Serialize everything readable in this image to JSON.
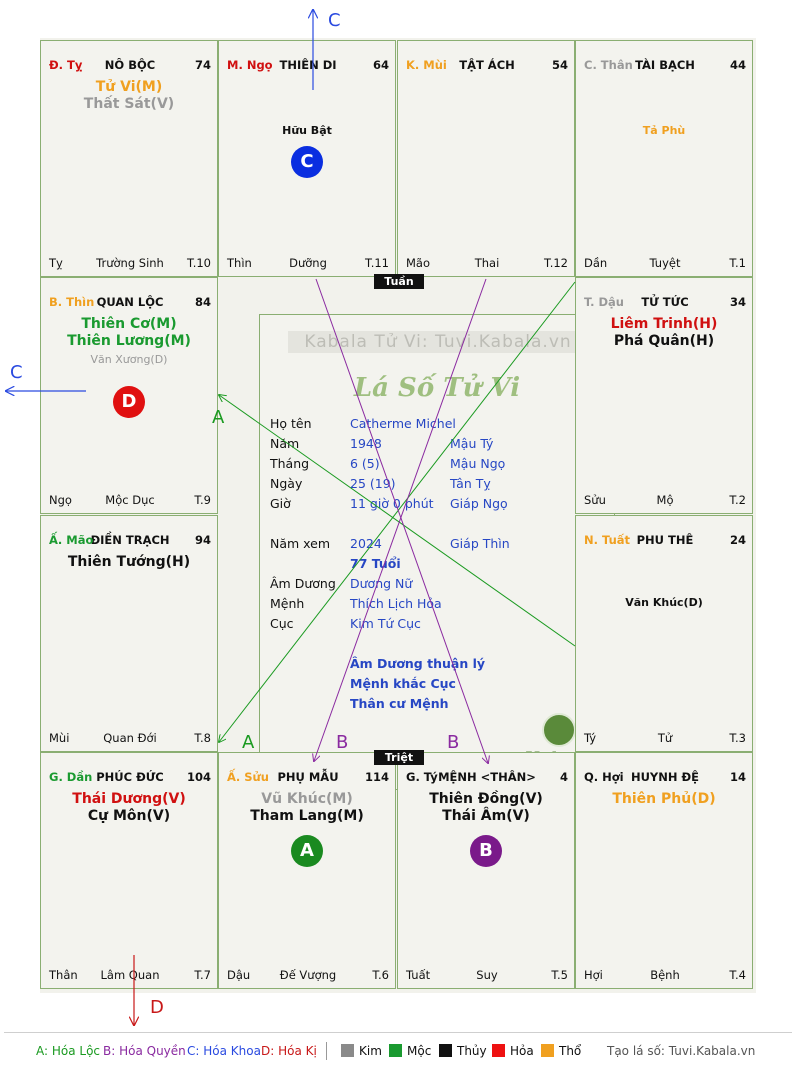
{
  "palaces": {
    "ty": {
      "branch_label": "Đ. Tỵ",
      "branch_color": "#d01010",
      "name": "NÔ BỘC",
      "age": "74",
      "stars": [
        {
          "text": "Tử Vi(M)",
          "color": "#f0a020"
        },
        {
          "text": "Thất Sát(V)",
          "color": "#999999"
        }
      ],
      "minor": "",
      "minor_color": "#111111",
      "footer": {
        "left": "Tỵ",
        "mid": "Trường Sinh",
        "right": "T.10"
      }
    },
    "ngo": {
      "branch_label": "M. Ngọ",
      "branch_color": "#d01010",
      "name": "THIÊN DI",
      "age": "64",
      "stars": [],
      "minor": "Hữu Bật",
      "minor_color": "#111111",
      "footer": {
        "left": "Thìn",
        "mid": "Dưỡng",
        "right": "T.11"
      }
    },
    "mui": {
      "branch_label": "K. Mùi",
      "branch_color": "#f0a020",
      "name": "TẬT ÁCH",
      "age": "54",
      "stars": [],
      "minor": "",
      "minor_color": "#111111",
      "footer": {
        "left": "Mão",
        "mid": "Thai",
        "right": "T.12"
      }
    },
    "than": {
      "branch_label": "C. Thân",
      "branch_color": "#999999",
      "name": "TÀI BẠCH",
      "age": "44",
      "stars": [],
      "minor": "Tả Phù",
      "minor_color": "#f0a020",
      "footer": {
        "left": "Dần",
        "mid": "Tuyệt",
        "right": "T.1"
      }
    },
    "thin": {
      "branch_label": "B. Thìn",
      "branch_color": "#f0a020",
      "name": "QUAN LỘC",
      "age": "84",
      "stars": [
        {
          "text": "Thiên Cơ(M)",
          "color": "#1a9a30"
        },
        {
          "text": "Thiên Lương(M)",
          "color": "#1a9a30"
        }
      ],
      "minor": "Văn Xương(D)",
      "minor_color": "#999999",
      "footer": {
        "left": "Ngọ",
        "mid": "Mộc Dục",
        "right": "T.9"
      }
    },
    "dau": {
      "branch_label": "T. Dậu",
      "branch_color": "#999999",
      "name": "TỬ TỨC",
      "age": "34",
      "stars": [
        {
          "text": "Liêm Trinh(H)",
          "color": "#d01010"
        },
        {
          "text": "Phá Quân(H)",
          "color": "#111111"
        }
      ],
      "minor": "",
      "minor_color": "#111111",
      "footer": {
        "left": "Sửu",
        "mid": "Mộ",
        "right": "T.2"
      }
    },
    "mao": {
      "branch_label": "Ấ. Mão",
      "branch_color": "#1a9a30",
      "name": "ĐIỀN TRẠCH",
      "age": "94",
      "stars": [
        {
          "text": "Thiên Tướng(H)",
          "color": "#111111"
        }
      ],
      "minor": "",
      "minor_color": "#111111",
      "footer": {
        "left": "Mùi",
        "mid": "Quan Đới",
        "right": "T.8"
      }
    },
    "tuat": {
      "branch_label": "N. Tuất",
      "branch_color": "#f0a020",
      "name": "PHU THÊ",
      "age": "24",
      "stars": [],
      "minor": "Văn Khúc(D)",
      "minor_color": "#111111",
      "footer": {
        "left": "Tý",
        "mid": "Tử",
        "right": "T.3"
      }
    },
    "dan": {
      "branch_label": "G. Dần",
      "branch_color": "#1a9a30",
      "name": "PHÚC ĐỨC",
      "age": "104",
      "stars": [
        {
          "text": "Thái Dương(V)",
          "color": "#d01010"
        },
        {
          "text": "Cự Môn(V)",
          "color": "#111111"
        }
      ],
      "minor": "",
      "minor_color": "#111111",
      "footer": {
        "left": "Thân",
        "mid": "Lâm Quan",
        "right": "T.7"
      }
    },
    "suu": {
      "branch_label": "Ấ. Sửu",
      "branch_color": "#f0a020",
      "name": "PHỤ MẪU",
      "age": "114",
      "stars": [
        {
          "text": "Vũ Khúc(M)",
          "color": "#999999"
        },
        {
          "text": "Tham Lang(M)",
          "color": "#111111"
        }
      ],
      "minor": "",
      "minor_color": "#111111",
      "footer": {
        "left": "Dậu",
        "mid": "Đế Vượng",
        "right": "T.6"
      }
    },
    "ti": {
      "branch_label": "G. Tý",
      "branch_color": "#111111",
      "name": "MỆNH <THÂN>",
      "age": "4",
      "stars": [
        {
          "text": "Thiên Đồng(V)",
          "color": "#111111"
        },
        {
          "text": "Thái Âm(V)",
          "color": "#111111"
        }
      ],
      "minor": "",
      "minor_color": "#111111",
      "footer": {
        "left": "Tuất",
        "mid": "Suy",
        "right": "T.5"
      }
    },
    "hoi": {
      "branch_label": "Q. Hợi",
      "branch_color": "#111111",
      "name": "HUYNH ĐỆ",
      "age": "14",
      "stars": [
        {
          "text": "Thiên Phủ(D)",
          "color": "#f0a020"
        }
      ],
      "minor": "",
      "minor_color": "#111111",
      "footer": {
        "left": "Hợi",
        "mid": "Bệnh",
        "right": "T.4"
      }
    }
  },
  "markers": {
    "ngo": {
      "letter": "C",
      "color": "#0a2ee0"
    },
    "thin": {
      "letter": "D",
      "color": "#e01010"
    },
    "suu": {
      "letter": "A",
      "color": "#1a8a20"
    },
    "ti": {
      "letter": "B",
      "color": "#7a1a8a"
    }
  },
  "center": {
    "watermark": "Kabala Tử Vi: Tuvi.Kabala.vn",
    "title": "Lá Số Tử Vi",
    "tuan_label": "Tuần",
    "triet_label": "Triệt",
    "logo_text": "Kabala",
    "rows": [
      {
        "label": "Họ tên",
        "value": "Catherme Michel",
        "extra": ""
      },
      {
        "label": "Năm",
        "value": "1948",
        "extra": "Mậu Tý"
      },
      {
        "label": "Tháng",
        "value": "6  (5)",
        "extra": "Mậu Ngọ"
      },
      {
        "label": "Ngày",
        "value": "25  (19)",
        "extra": "Tân Tỵ"
      },
      {
        "label": "Giờ",
        "value": "11 giờ 0 phút",
        "extra": "Giáp Ngọ"
      }
    ],
    "year_view": {
      "label": "Năm xem",
      "value": "2024",
      "extra": "Giáp Thìn",
      "age": "77 Tuổi"
    },
    "rows2": [
      {
        "label": "Âm Dương",
        "value": "Dương Nữ"
      },
      {
        "label": "Mệnh",
        "value": "Thích Lịch Hỏa"
      },
      {
        "label": "Cục",
        "value": "Kim Tứ Cục"
      }
    ],
    "notes": [
      "Âm Dương thuận lý",
      "Mệnh khắc Cục",
      "Thân cư Mệnh"
    ]
  },
  "arrow_labels": {
    "top": "C",
    "left": "C",
    "bottom": "D",
    "a_mid": "A",
    "a_low": "A",
    "b_left": "B",
    "b_right": "B"
  },
  "legend": {
    "hoa_loc": "A: Hóa Lộc",
    "hoa_quyen": "B: Hóa Quyền",
    "hoa_khoa": "C: Hóa Khoa",
    "hoa_ki": "D: Hóa Kị",
    "elements": [
      {
        "label": "Kim",
        "color": "#8a8a8a"
      },
      {
        "label": "Mộc",
        "color": "#1a9a30"
      },
      {
        "label": "Thủy",
        "color": "#111111"
      },
      {
        "label": "Hỏa",
        "color": "#ee1111"
      },
      {
        "label": "Thổ",
        "color": "#f0a020"
      }
    ],
    "credit": "Tạo lá số: Tuvi.Kabala.vn"
  }
}
